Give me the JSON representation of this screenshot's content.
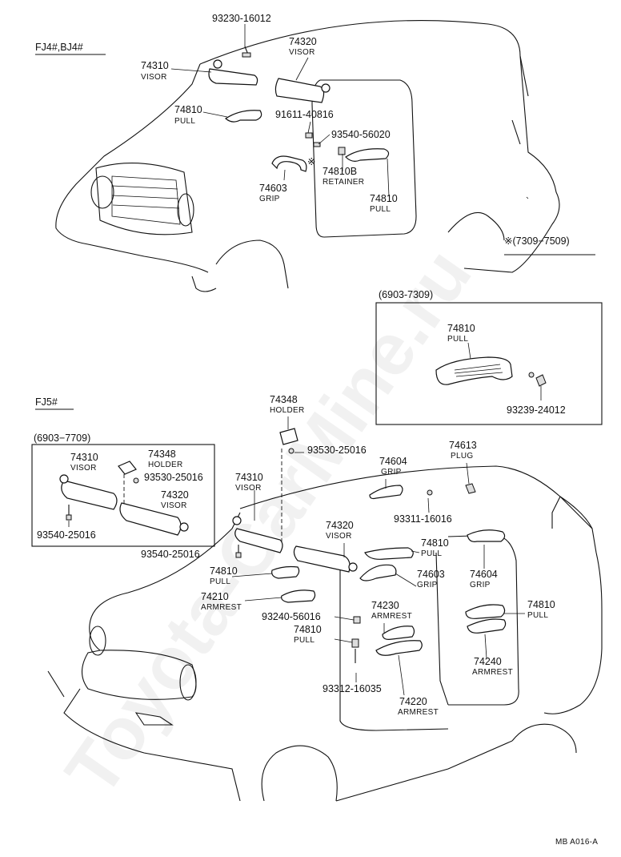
{
  "watermark": "Toyota-CarMine.ru",
  "footer_code": "MB  A016-A",
  "top_section": {
    "model": "FJ4#,BJ4#",
    "range_note": "※(7309−7509)",
    "parts": [
      {
        "pn": "93230-16012"
      },
      {
        "pn": "74320",
        "name": "VISOR"
      },
      {
        "pn": "74310",
        "name": "VISOR"
      },
      {
        "pn": "74810",
        "name": "PULL"
      },
      {
        "pn": "91611-40816"
      },
      {
        "pn": "93540-56020"
      },
      {
        "pn": "74810B",
        "name": "RETAINER",
        "mark": "※"
      },
      {
        "pn": "74603",
        "name": "GRIP"
      },
      {
        "pn": "74810",
        "name": "PULL"
      }
    ]
  },
  "inset_top": {
    "range": "(6903-7309)",
    "parts": [
      {
        "pn": "74810",
        "name": "PULL"
      },
      {
        "pn": "93239-24012"
      }
    ]
  },
  "bottom_section": {
    "model": "FJ5#",
    "parts": [
      {
        "pn": "74348",
        "name": "HOLDER"
      },
      {
        "pn": "93530-25016"
      },
      {
        "pn": "74613",
        "name": "PLUG"
      },
      {
        "pn": "74604",
        "name": "GRIP"
      },
      {
        "pn": "93311-16016"
      },
      {
        "pn": "74310",
        "name": "VISOR"
      },
      {
        "pn": "74320",
        "name": "VISOR"
      },
      {
        "pn": "74810",
        "name": "PULL"
      },
      {
        "pn": "74603",
        "name": "GRIP"
      },
      {
        "pn": "74604",
        "name": "GRIP"
      },
      {
        "pn": "93540-25016"
      },
      {
        "pn": "74810",
        "name": "PULL"
      },
      {
        "pn": "74210",
        "name": "ARMREST"
      },
      {
        "pn": "74230",
        "name": "ARMREST"
      },
      {
        "pn": "93240-56016"
      },
      {
        "pn": "74810",
        "name": "PULL"
      },
      {
        "pn": "74810",
        "name": "PULL"
      },
      {
        "pn": "74240",
        "name": "ARMREST"
      },
      {
        "pn": "93312-16035"
      },
      {
        "pn": "74220",
        "name": "ARMREST"
      }
    ]
  },
  "inset_left": {
    "range": "(6903−7709)",
    "parts": [
      {
        "pn": "74310",
        "name": "VISOR"
      },
      {
        "pn": "74348",
        "name": "HOLDER"
      },
      {
        "pn": "93530-25016"
      },
      {
        "pn": "74320",
        "name": "VISOR"
      },
      {
        "pn": "93540-25016"
      }
    ]
  }
}
